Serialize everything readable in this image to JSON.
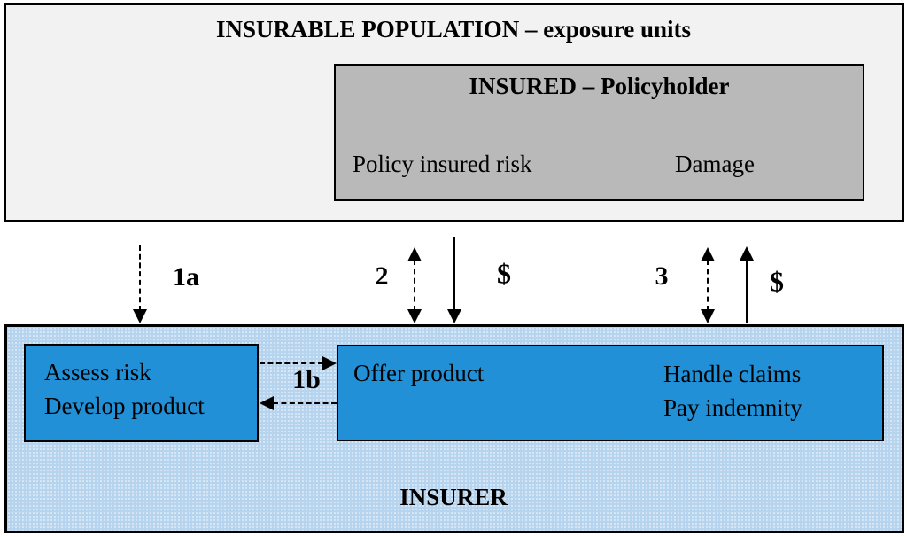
{
  "population": {
    "title": "INSURABLE POPULATION – exposure units",
    "insured": {
      "title": "INSURED – Policyholder",
      "policy_risk": "Policy insured risk",
      "damage": "Damage"
    }
  },
  "flows": {
    "assess_flow": "1a",
    "offer_flow": "2",
    "premium_dollar": "$",
    "claim_flow": "3",
    "indemnity_dollar": "$",
    "internal_flow": "1b"
  },
  "insurer": {
    "title": "INSURER",
    "assess_box": {
      "line1": "Assess risk",
      "line2": "Develop product"
    },
    "offer_box": {
      "offer": "Offer product",
      "handle": "Handle claims",
      "pay": "Pay indemnity"
    }
  },
  "colors": {
    "population_fill": "#f2f2f2",
    "insured_fill": "#b9b9b9",
    "insurer_fill": "#b7d4ee",
    "process_fill": "#2190d6",
    "line": "#000000"
  }
}
